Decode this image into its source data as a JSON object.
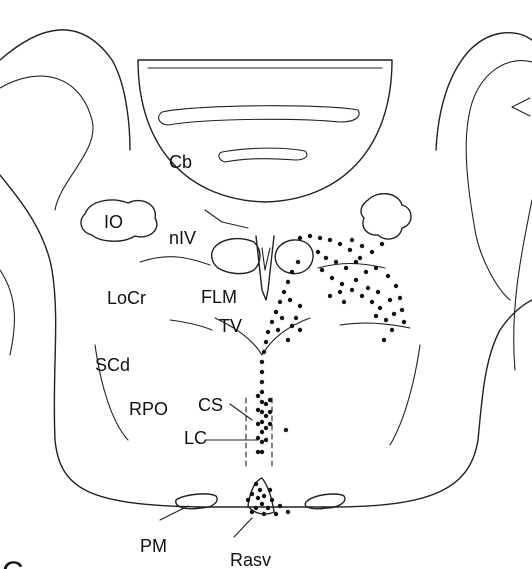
{
  "figure": {
    "panel_letter": "C",
    "labels": {
      "cb": "Cb",
      "io": "IO",
      "niv": "nIV",
      "locr": "LoCr",
      "flm": "FLM",
      "tv": "TV",
      "scd": "SCd",
      "rpo": "RPO",
      "cs": "CS",
      "lc": "LC",
      "pm": "PM",
      "rasv": "Rasv"
    }
  }
}
